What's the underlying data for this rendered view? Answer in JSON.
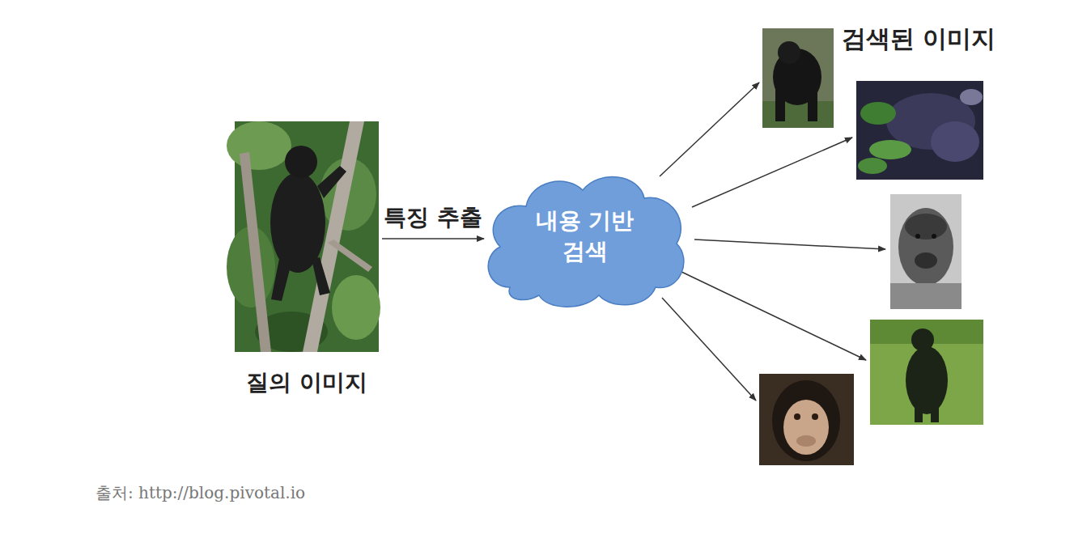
{
  "diagram": {
    "caption": "출처: http://blog.pivotal.io",
    "nodes": [
      {
        "text": [
          "질의 이미지"
        ]
      },
      {
        "text": [
          "내용 기반 검색"
        ]
      }
    ],
    "edges": [
      {
        "from": 0,
        "to": 1,
        "arrow": "to",
        "label": "특징 추출"
      }
    ],
    "labels": [
      "검색된 이미지"
    ]
  }
}
